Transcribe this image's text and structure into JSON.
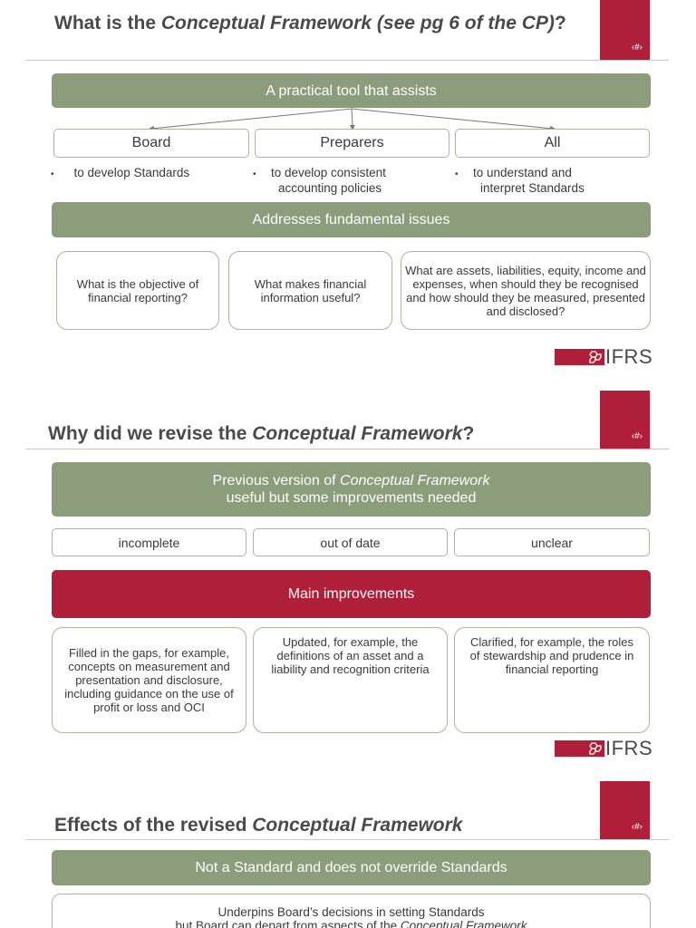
{
  "slide1": {
    "title_plain_a": "What is the ",
    "title_italic": "Conceptual Framework (see pg 6 of the CP)",
    "title_plain_b": "?",
    "page_marker": "‹#›",
    "banner": "A practical tool that assists",
    "groups": [
      {
        "label": "Board",
        "bullet": "to develop Standards"
      },
      {
        "label": "Preparers",
        "bullet": "to develop consistent accounting policies"
      },
      {
        "label": "All",
        "bullet": "to understand and interpret Standards"
      }
    ],
    "issues_banner": "Addresses fundamental issues",
    "questions": [
      "What is the objective of financial reporting?",
      "What makes financial information useful?",
      "What are assets, liabilities, equity, income and expenses, when should they be recognised and how should they be measured, presented and disclosed?"
    ],
    "logo_text": "IFRS"
  },
  "slide2": {
    "title_plain_a": "Why did we revise the ",
    "title_italic": "Conceptual Framework",
    "title_plain_b": "?",
    "page_marker": "‹#›",
    "banner_line1_a": "Previous version of ",
    "banner_line1_italic": "Conceptual Framework",
    "banner_line2": "useful but some improvements needed",
    "issues": [
      "incomplete",
      "out of date",
      "unclear"
    ],
    "improvements_banner": "Main improvements",
    "improvements": [
      "Filled in the gaps, for example, concepts on measurement and presentation and disclosure, including guidance on the use of profit or loss and OCI",
      "Updated, for example, the definitions of an asset and a liability and recognition criteria",
      "Clarified, for example, the roles of stewardship and prudence in financial reporting"
    ],
    "logo_text": "IFRS"
  },
  "slide3": {
    "title_plain_a": "Effects of the revised ",
    "title_italic": "Conceptual Framework",
    "page_marker": "‹#›",
    "banner": "Not a Standard and does not override Standards",
    "box_line1": "Underpins Board’s decisions in setting Standards",
    "box_line2_a": "but Board can depart from aspects of the ",
    "box_line2_italic": "Conceptual Framework"
  },
  "colors": {
    "accent_red": "#b01f3a",
    "band_green": "#8c9d7b",
    "box_border": "#a9b79b"
  },
  "icons": {
    "logo": "ifrs-hexagon-logo"
  }
}
